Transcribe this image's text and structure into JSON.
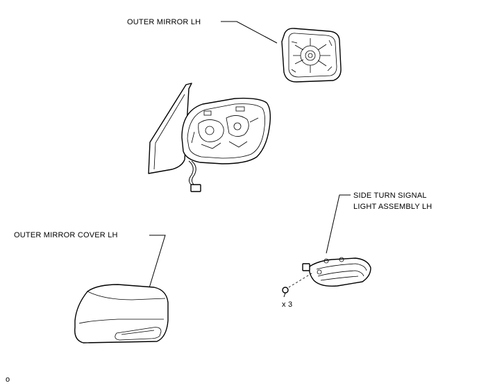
{
  "labels": {
    "outer_mirror": "OUTER MIRROR LH",
    "side_turn_signal_line1": "SIDE TURN SIGNAL",
    "side_turn_signal_line2": "LIGHT ASSEMBLY LH",
    "outer_mirror_cover": "OUTER MIRROR COVER LH",
    "screw_qty": "x 3",
    "corner_mark": "o"
  }
}
